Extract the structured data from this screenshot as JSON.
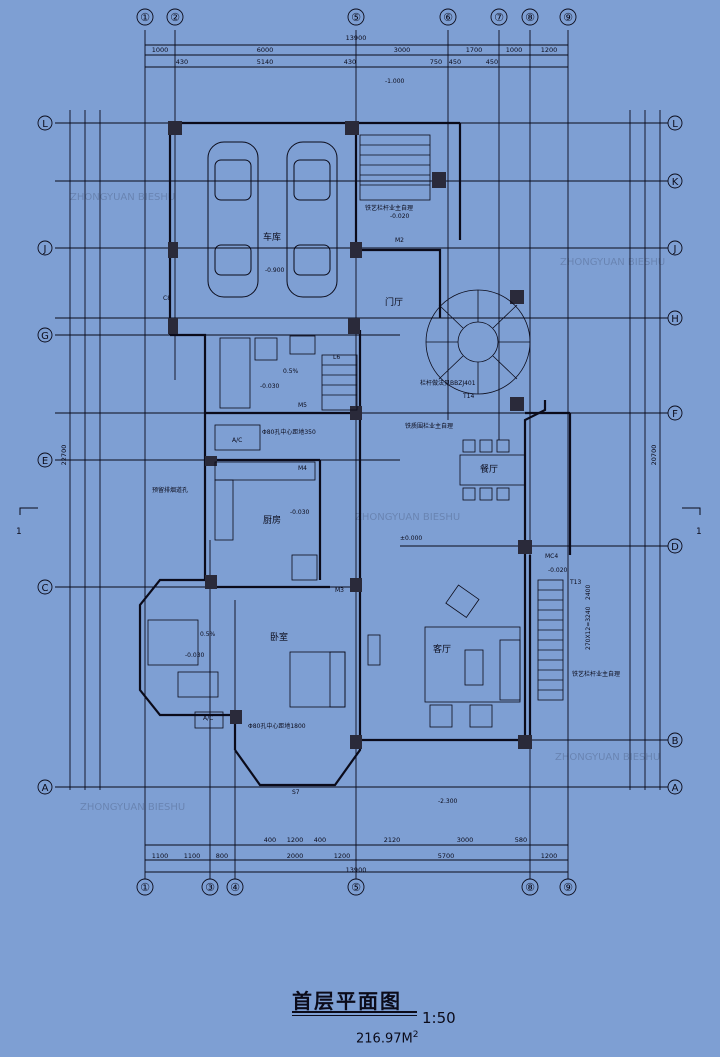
{
  "title": "首层平面图",
  "scale": "1:50",
  "area": "216.97M",
  "area_exp": "2",
  "grid_top": [
    "①",
    "②",
    "⑤",
    "⑥",
    "⑦",
    "⑧",
    "⑨"
  ],
  "grid_bottom": [
    "①",
    "③",
    "④",
    "⑤",
    "⑧",
    "⑨"
  ],
  "grid_rows": [
    "L",
    "K",
    "J",
    "H",
    "G",
    "F",
    "E",
    "D",
    "C",
    "B",
    "A"
  ],
  "dims_top_total": "13900",
  "dims_top_row1": [
    "1000",
    "6000",
    "3000",
    "1700",
    "1000",
    "1200"
  ],
  "dims_top_row2": [
    "430",
    "5140",
    "430",
    "750",
    "450",
    "450"
  ],
  "dims_bottom_row1": [
    "1100",
    "1100",
    "800",
    "2000",
    "1200",
    "5700",
    "1200"
  ],
  "dims_bottom_total": "13900",
  "dims_bottom_row2": [
    "400",
    "1200",
    "400",
    "2120",
    "3000",
    "580"
  ],
  "dims_right_total": "20700",
  "dims_left_total": "22700",
  "rooms": {
    "garage": "车库",
    "foyer": "门厅",
    "dining": "餐厅",
    "kitchen": "厨房",
    "bedroom": "卧室",
    "living": "客厅"
  },
  "levels": {
    "garage": "-0.900",
    "entry": "-1.000",
    "hall": "-0.020",
    "bath": "-0.030",
    "kitchen": "-0.030",
    "floor": "±0.000",
    "bath2": "-0.030",
    "outside": "-2.300",
    "stair": "-0.020"
  },
  "labels": {
    "ac1": "A/C",
    "ac2": "A/C",
    "m2": "M2",
    "m3": "M3",
    "m4": "M4",
    "m5": "M5",
    "mc4": "MC4",
    "t13": "T13",
    "t14": "T14",
    "l6": "L6",
    "rail1": "栏杆做法见BBZJ401",
    "rail2": "铁艺栏杆业主自理",
    "rail3": "铁艺栏杆业主自理",
    "flue": "预留排烟道孔",
    "pipe1": "Φ80孔中心距地350",
    "pipe2": "Φ80孔中心距地1800",
    "glass": "铁质围栏业主自理",
    "slope": "0.5%",
    "c8": "C8",
    "s7": "S7",
    "slope2": "0.5%",
    "stairs_note": "270X12=3240",
    "stairs_note2": "2400"
  },
  "watermark": "ZHONGYUAN BIESHU"
}
